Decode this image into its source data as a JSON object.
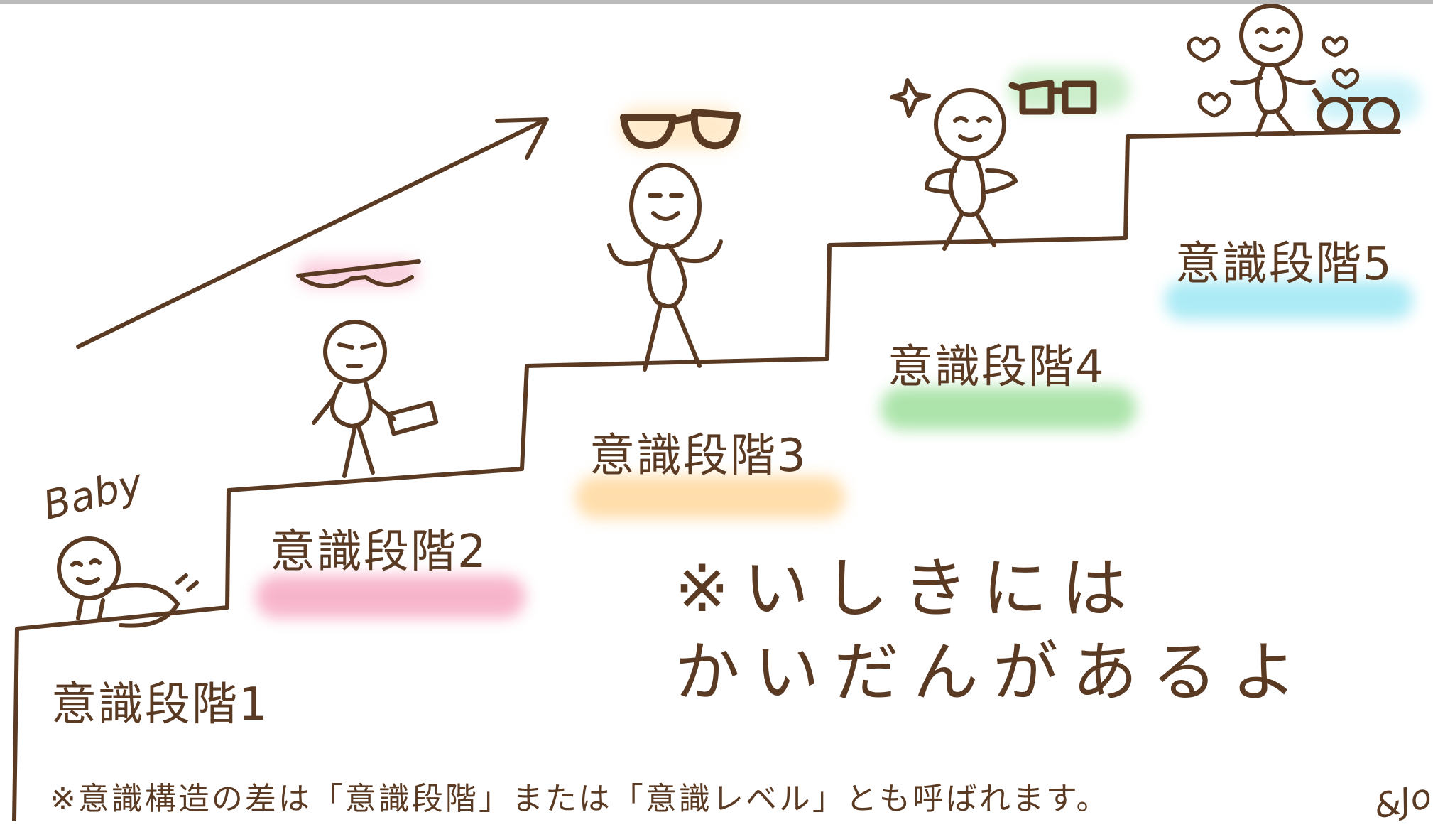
{
  "diagram": {
    "stages": [
      {
        "label": "意識段階1",
        "color": "#ffffff"
      },
      {
        "label": "意識段階2",
        "color": "#f48fb1"
      },
      {
        "label": "意識段階3",
        "color": "#ffcc80"
      },
      {
        "label": "意識段階4",
        "color": "#81d67f"
      },
      {
        "label": "意識段階5",
        "color": "#80e0f0"
      }
    ],
    "baby_label": "Baby",
    "note_line1": "※いしきには",
    "note_line2": "かいだんがあるよ",
    "footnote": "※意識構造の差は「意識段階」または「意識レベル」とも呼ばれます。",
    "signature": "&Jo"
  }
}
